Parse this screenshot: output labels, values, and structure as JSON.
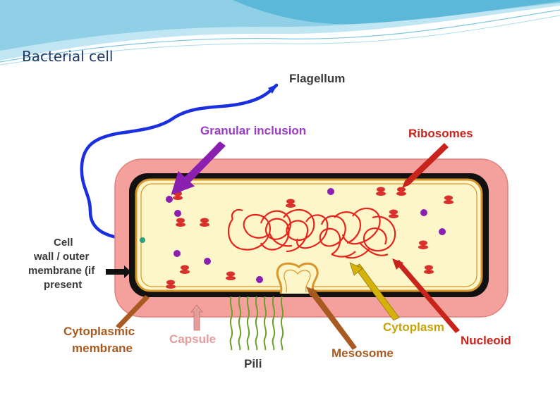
{
  "slide": {
    "title": "Bacterial cell"
  },
  "labels": {
    "flagellum": "Flagellum",
    "granular_inclusion": "Granular inclusion",
    "ribosomes": "Ribosomes",
    "cell_wall_lines": [
      "Cell",
      "wall / outer",
      "membrane (if",
      "present"
    ],
    "cytoplasmic_membrane_lines": [
      "Cytoplasmic",
      "membrane"
    ],
    "capsule": "Capsule",
    "pili": "Pili",
    "mesosome": "Mesosome",
    "cytoplasm": "Cytoplasm",
    "nucleoid": "Nucleoid"
  },
  "colors": {
    "capsule": "#f4a09c",
    "cell_wall": "#111111",
    "cytoplasm": "#fdf6c8",
    "membrane": "#d9952b",
    "flagellum": "#1a2fe0",
    "nucleoid": "#e8231c",
    "ribosome": "#d8302a",
    "granule": "#8a1fb0",
    "pili": "#6aa02a",
    "label_dark": "#3a3a3a",
    "label_purple": "#9a3bc8",
    "label_red": "#c8241c",
    "label_pink": "#e79c9c",
    "label_brown": "#a85a20",
    "label_gold": "#c8a20a"
  }
}
